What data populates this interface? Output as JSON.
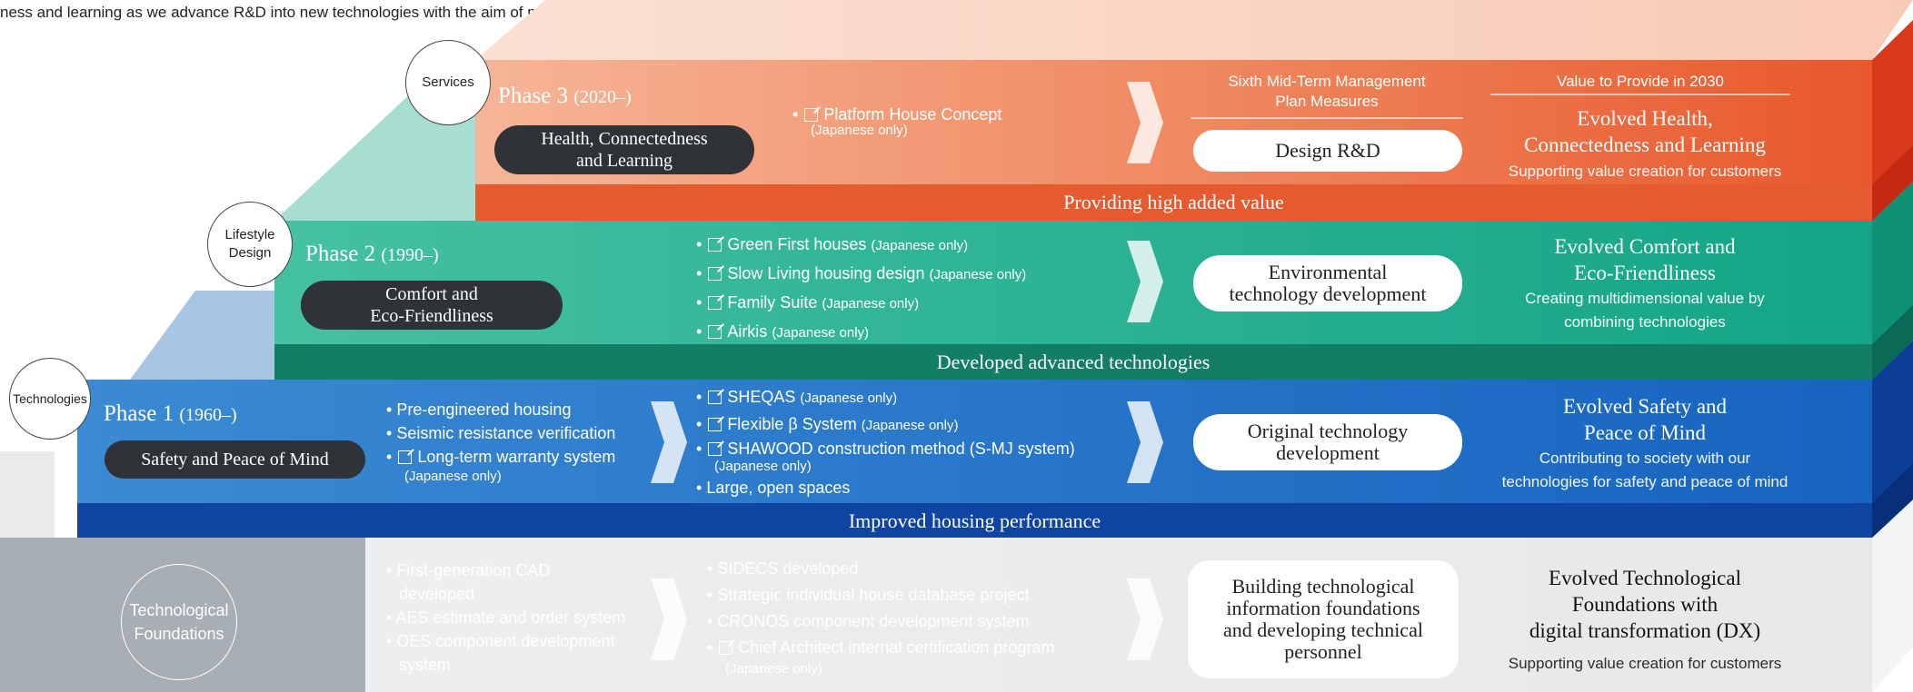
{
  "intro_text": "ness and learning as we advance R&D into new technologies with the aim of making home the happiest place in the world.",
  "colors": {
    "phase3_bg": "#ef8a63",
    "phase3_accent": "#e65a2f",
    "phase2_bg": "#2db898",
    "phase2_dark": "#137e66",
    "phase1_bg": "#2d7fd0",
    "phase1_dark": "#0f44a2",
    "foundation_bg": "#e8eaec",
    "foundation_left": "#a6adb3",
    "pill_dark": "#2f3338"
  },
  "circles": {
    "services": "Services",
    "lifestyle_design_line1": "Lifestyle",
    "lifestyle_design_line2": "Design",
    "technologies": "Technologies",
    "foundations_line1": "Technological",
    "foundations_line2": "Foundations"
  },
  "phase3": {
    "title": "Phase 3",
    "year": "(2020–)",
    "pill_line1": "Health, Connectedness",
    "pill_line2": "and Learning",
    "item1": "Platform House Concept",
    "item1_note": "(Japanese only)",
    "col_head_measures_line1": "Sixth Mid-Term Management",
    "col_head_measures_line2": "Plan Measures",
    "col_head_value": "Value to Provide in 2030",
    "measure": "Design R&D",
    "value_line1": "Evolved Health,",
    "value_line2": "Connectedness and Learning",
    "value_sub": "Supporting value creation for customers",
    "band": "Providing high added value"
  },
  "phase2": {
    "title": "Phase 2",
    "year": "(1990–)",
    "pill_line1": "Comfort and",
    "pill_line2": "Eco-Friendliness",
    "items": [
      {
        "label": "Green First houses",
        "note": "(Japanese only)"
      },
      {
        "label": "Slow Living housing design",
        "note": "(Japanese only)"
      },
      {
        "label": "Family Suite",
        "note": "(Japanese only)"
      },
      {
        "label": "Airkis",
        "note": "(Japanese only)"
      }
    ],
    "measure_line1": "Environmental",
    "measure_line2": "technology development",
    "value_line1": "Evolved Comfort and",
    "value_line2": "Eco-Friendliness",
    "value_sub_line1": "Creating multidimensional value by",
    "value_sub_line2": "combining technologies",
    "band": "Developed advanced technologies"
  },
  "phase1": {
    "title": "Phase 1",
    "year": "(1960–)",
    "pill": "Safety and Peace of Mind",
    "list_a": [
      {
        "label": "Pre-engineered housing"
      },
      {
        "label": "Seismic resistance verification"
      },
      {
        "label": "Long-term warranty system",
        "note": "(Japanese only)"
      }
    ],
    "list_b": [
      {
        "label": "SHEQAS",
        "note": "(Japanese only)"
      },
      {
        "label": "Flexible β System",
        "note": "(Japanese only)"
      },
      {
        "label": "SHAWOOD construction method (S-MJ system)",
        "note": "(Japanese only)"
      },
      {
        "label": "Large, open spaces"
      }
    ],
    "measure_line1": "Original technology",
    "measure_line2": "development",
    "value_line1": "Evolved Safety and",
    "value_line2": "Peace of Mind",
    "value_sub_line1": "Contributing to society with our",
    "value_sub_line2": "technologies for safety and peace of mind",
    "band": "Improved housing performance"
  },
  "foundations": {
    "list_a": [
      "First-generation CAD",
      "developed",
      "AES estimate and order system",
      "OES component development",
      "system"
    ],
    "list_b": [
      "SIDECS developed",
      "Strategic individual house database project",
      "CRONOS component development system",
      "Chief Architect internal certification program",
      "(Japanese only)"
    ],
    "measure_line1": "Building technological",
    "measure_line2": "information foundations",
    "measure_line3": "and developing technical",
    "measure_line4": "personnel",
    "value_line1": "Evolved Technological",
    "value_line2": "Foundations with",
    "value_line3": "digital transformation (DX)",
    "value_sub": "Supporting value creation for customers"
  }
}
